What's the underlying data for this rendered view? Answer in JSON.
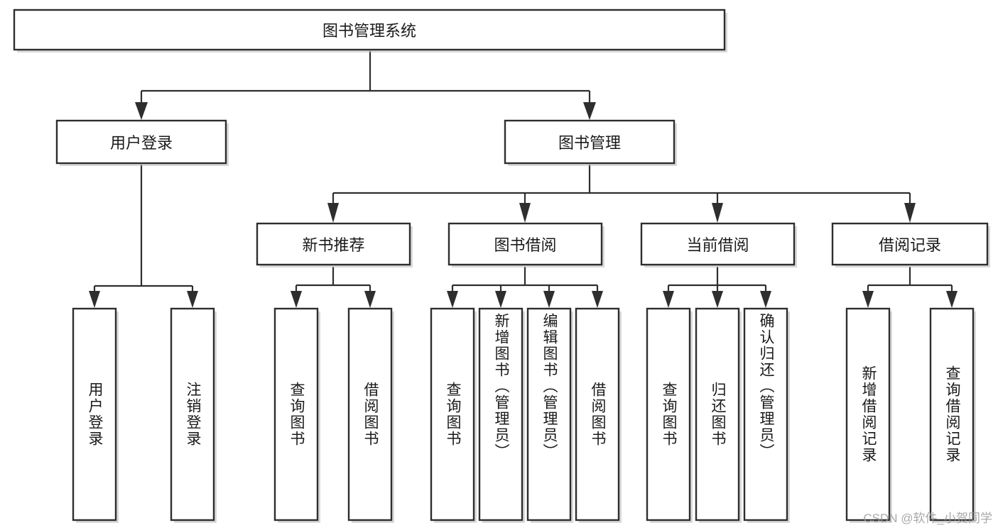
{
  "diagram": {
    "type": "tree-hierarchy",
    "title": "图书管理系统",
    "watermark": "CSDN @软件_小贺同学",
    "root": {
      "id": "root",
      "label": "图书管理系统",
      "orientation": "horizontal"
    },
    "level1": [
      {
        "id": "user-login",
        "label": "用户登录",
        "orientation": "horizontal"
      },
      {
        "id": "book-management",
        "label": "图书管理",
        "orientation": "horizontal"
      }
    ],
    "level2": [
      {
        "id": "new-book-recommend",
        "label": "新书推荐",
        "parent": "book-management",
        "orientation": "horizontal"
      },
      {
        "id": "book-borrow",
        "label": "图书借阅",
        "parent": "book-management",
        "orientation": "horizontal"
      },
      {
        "id": "current-borrow",
        "label": "当前借阅",
        "parent": "book-management",
        "orientation": "horizontal"
      },
      {
        "id": "borrow-record",
        "label": "借阅记录",
        "parent": "book-management",
        "orientation": "horizontal"
      }
    ],
    "leaves": [
      {
        "id": "leaf-user-login",
        "label": "用户登录",
        "parent": "user-login",
        "orientation": "vertical"
      },
      {
        "id": "leaf-user-logout",
        "label": "注销登录",
        "parent": "user-login",
        "orientation": "vertical"
      },
      {
        "id": "leaf-query-book-1",
        "label": "查询图书",
        "parent": "new-book-recommend",
        "orientation": "vertical"
      },
      {
        "id": "leaf-borrow-book-1",
        "label": "借阅图书",
        "parent": "new-book-recommend",
        "orientation": "vertical"
      },
      {
        "id": "leaf-query-book-2",
        "label": "查询图书",
        "parent": "book-borrow",
        "orientation": "vertical"
      },
      {
        "id": "leaf-add-book",
        "label": "新增图书（管理员）",
        "parent": "book-borrow",
        "orientation": "vertical"
      },
      {
        "id": "leaf-edit-book",
        "label": "编辑图书（管理员）",
        "parent": "book-borrow",
        "orientation": "vertical"
      },
      {
        "id": "leaf-borrow-book-2",
        "label": "借阅图书",
        "parent": "book-borrow",
        "orientation": "vertical"
      },
      {
        "id": "leaf-query-book-3",
        "label": "查询图书",
        "parent": "current-borrow",
        "orientation": "vertical"
      },
      {
        "id": "leaf-return-book",
        "label": "归还图书",
        "parent": "current-borrow",
        "orientation": "vertical"
      },
      {
        "id": "leaf-confirm-return",
        "label": "确认归还（管理员）",
        "parent": "current-borrow",
        "orientation": "vertical"
      },
      {
        "id": "leaf-add-record",
        "label": "新增借阅记录",
        "parent": "borrow-record",
        "orientation": "vertical"
      },
      {
        "id": "leaf-query-record",
        "label": "查询借阅记录",
        "parent": "borrow-record",
        "orientation": "vertical"
      }
    ],
    "colors": {
      "box_fill": "#ffffff",
      "box_stroke": "#2e2e2e",
      "text": "#1a1a1a",
      "background": "#ffffff",
      "watermark": "#9a9a9a"
    }
  }
}
